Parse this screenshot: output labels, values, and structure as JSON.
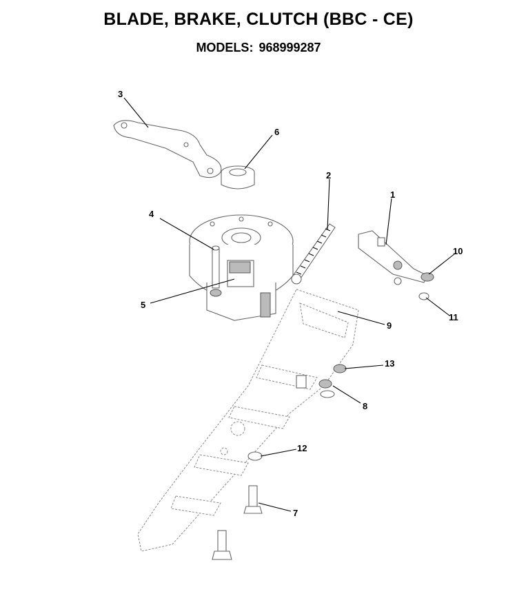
{
  "header": {
    "title": "BLADE, BRAKE, CLUTCH (BBC - CE)",
    "models_label": "MODELS:",
    "models_value": "968999287"
  },
  "callouts": [
    "1",
    "2",
    "3",
    "4",
    "5",
    "6",
    "7",
    "8",
    "9",
    "10",
    "11",
    "12",
    "13"
  ]
}
